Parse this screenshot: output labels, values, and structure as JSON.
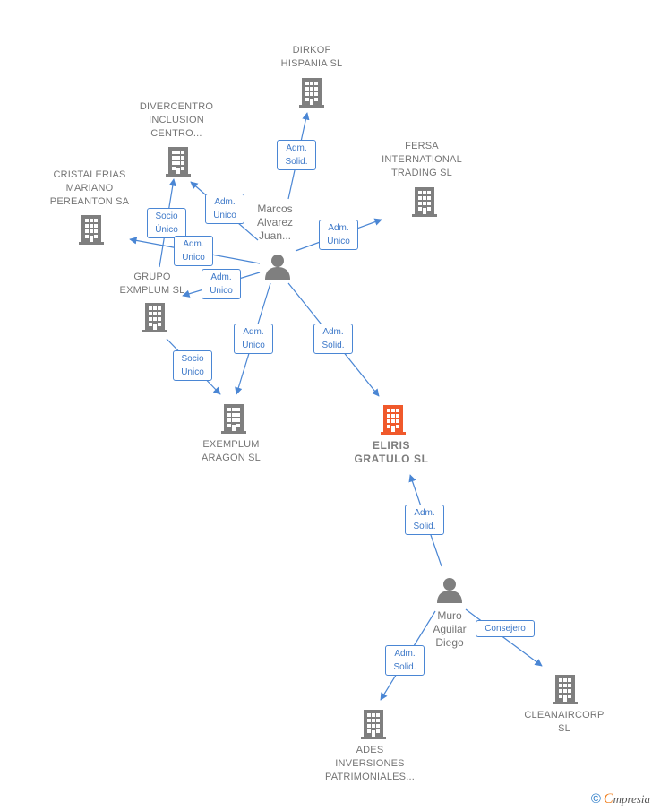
{
  "colors": {
    "building": "#7f7f7f",
    "building_focus": "#f0592b",
    "person": "#7f7f7f",
    "edge": "#4a86d4",
    "label": "#757575"
  },
  "nodes": {
    "dirkof": {
      "label": "DIRKOF\nHISPANIA  SL",
      "icon": "building-icon"
    },
    "divercentro": {
      "label": "DIVERCENTRO\nINCLUSION\nCENTRO...",
      "icon": "building-icon"
    },
    "fersa": {
      "label": "FERSA\nINTERNATIONAL\nTRADING SL",
      "icon": "building-icon"
    },
    "cristalerias": {
      "label": "CRISTALERIAS\nMARIANO\nPEREANTON SA",
      "icon": "building-icon"
    },
    "grupo_exmplum": {
      "label": "GRUPO\nEXMPLUM  SL",
      "icon": "building-icon"
    },
    "exemplum_aragon": {
      "label": "EXEMPLUM\nARAGON  SL",
      "icon": "building-icon"
    },
    "eliris": {
      "label": "ELIRIS\nGRATULO  SL",
      "icon": "building-icon"
    },
    "ades": {
      "label": "ADES\nINVERSIONES\nPATRIMONIALES...",
      "icon": "building-icon"
    },
    "cleanaircorp": {
      "label": "CLEANAIRCORP\nSL",
      "icon": "building-icon"
    },
    "marcos": {
      "label": "Marcos\nAlvarez\nJuan...",
      "icon": "person-icon"
    },
    "muro": {
      "label": "Muro\nAguilar\nDiego",
      "icon": "person-icon"
    }
  },
  "edges": {
    "marcos_dirkof": "Adm.\nSolid.",
    "marcos_divercentro": "Adm.\nUnico",
    "marcos_fersa": "Adm.\nUnico",
    "marcos_cristalerias": "Adm.\nUnico",
    "marcos_grupo": "Adm.\nUnico",
    "marcos_exemplum": "Adm.\nUnico",
    "marcos_eliris": "Adm.\nSolid.",
    "grupo_divercentro": "Socio\nÚnico",
    "grupo_exemplum": "Socio\nÚnico",
    "muro_eliris": "Adm.\nSolid.",
    "muro_ades": "Adm.\nSolid.",
    "muro_cleanaircorp": "Consejero"
  },
  "brand": {
    "copyright": "©",
    "initial": "C",
    "rest": "mpresia"
  }
}
